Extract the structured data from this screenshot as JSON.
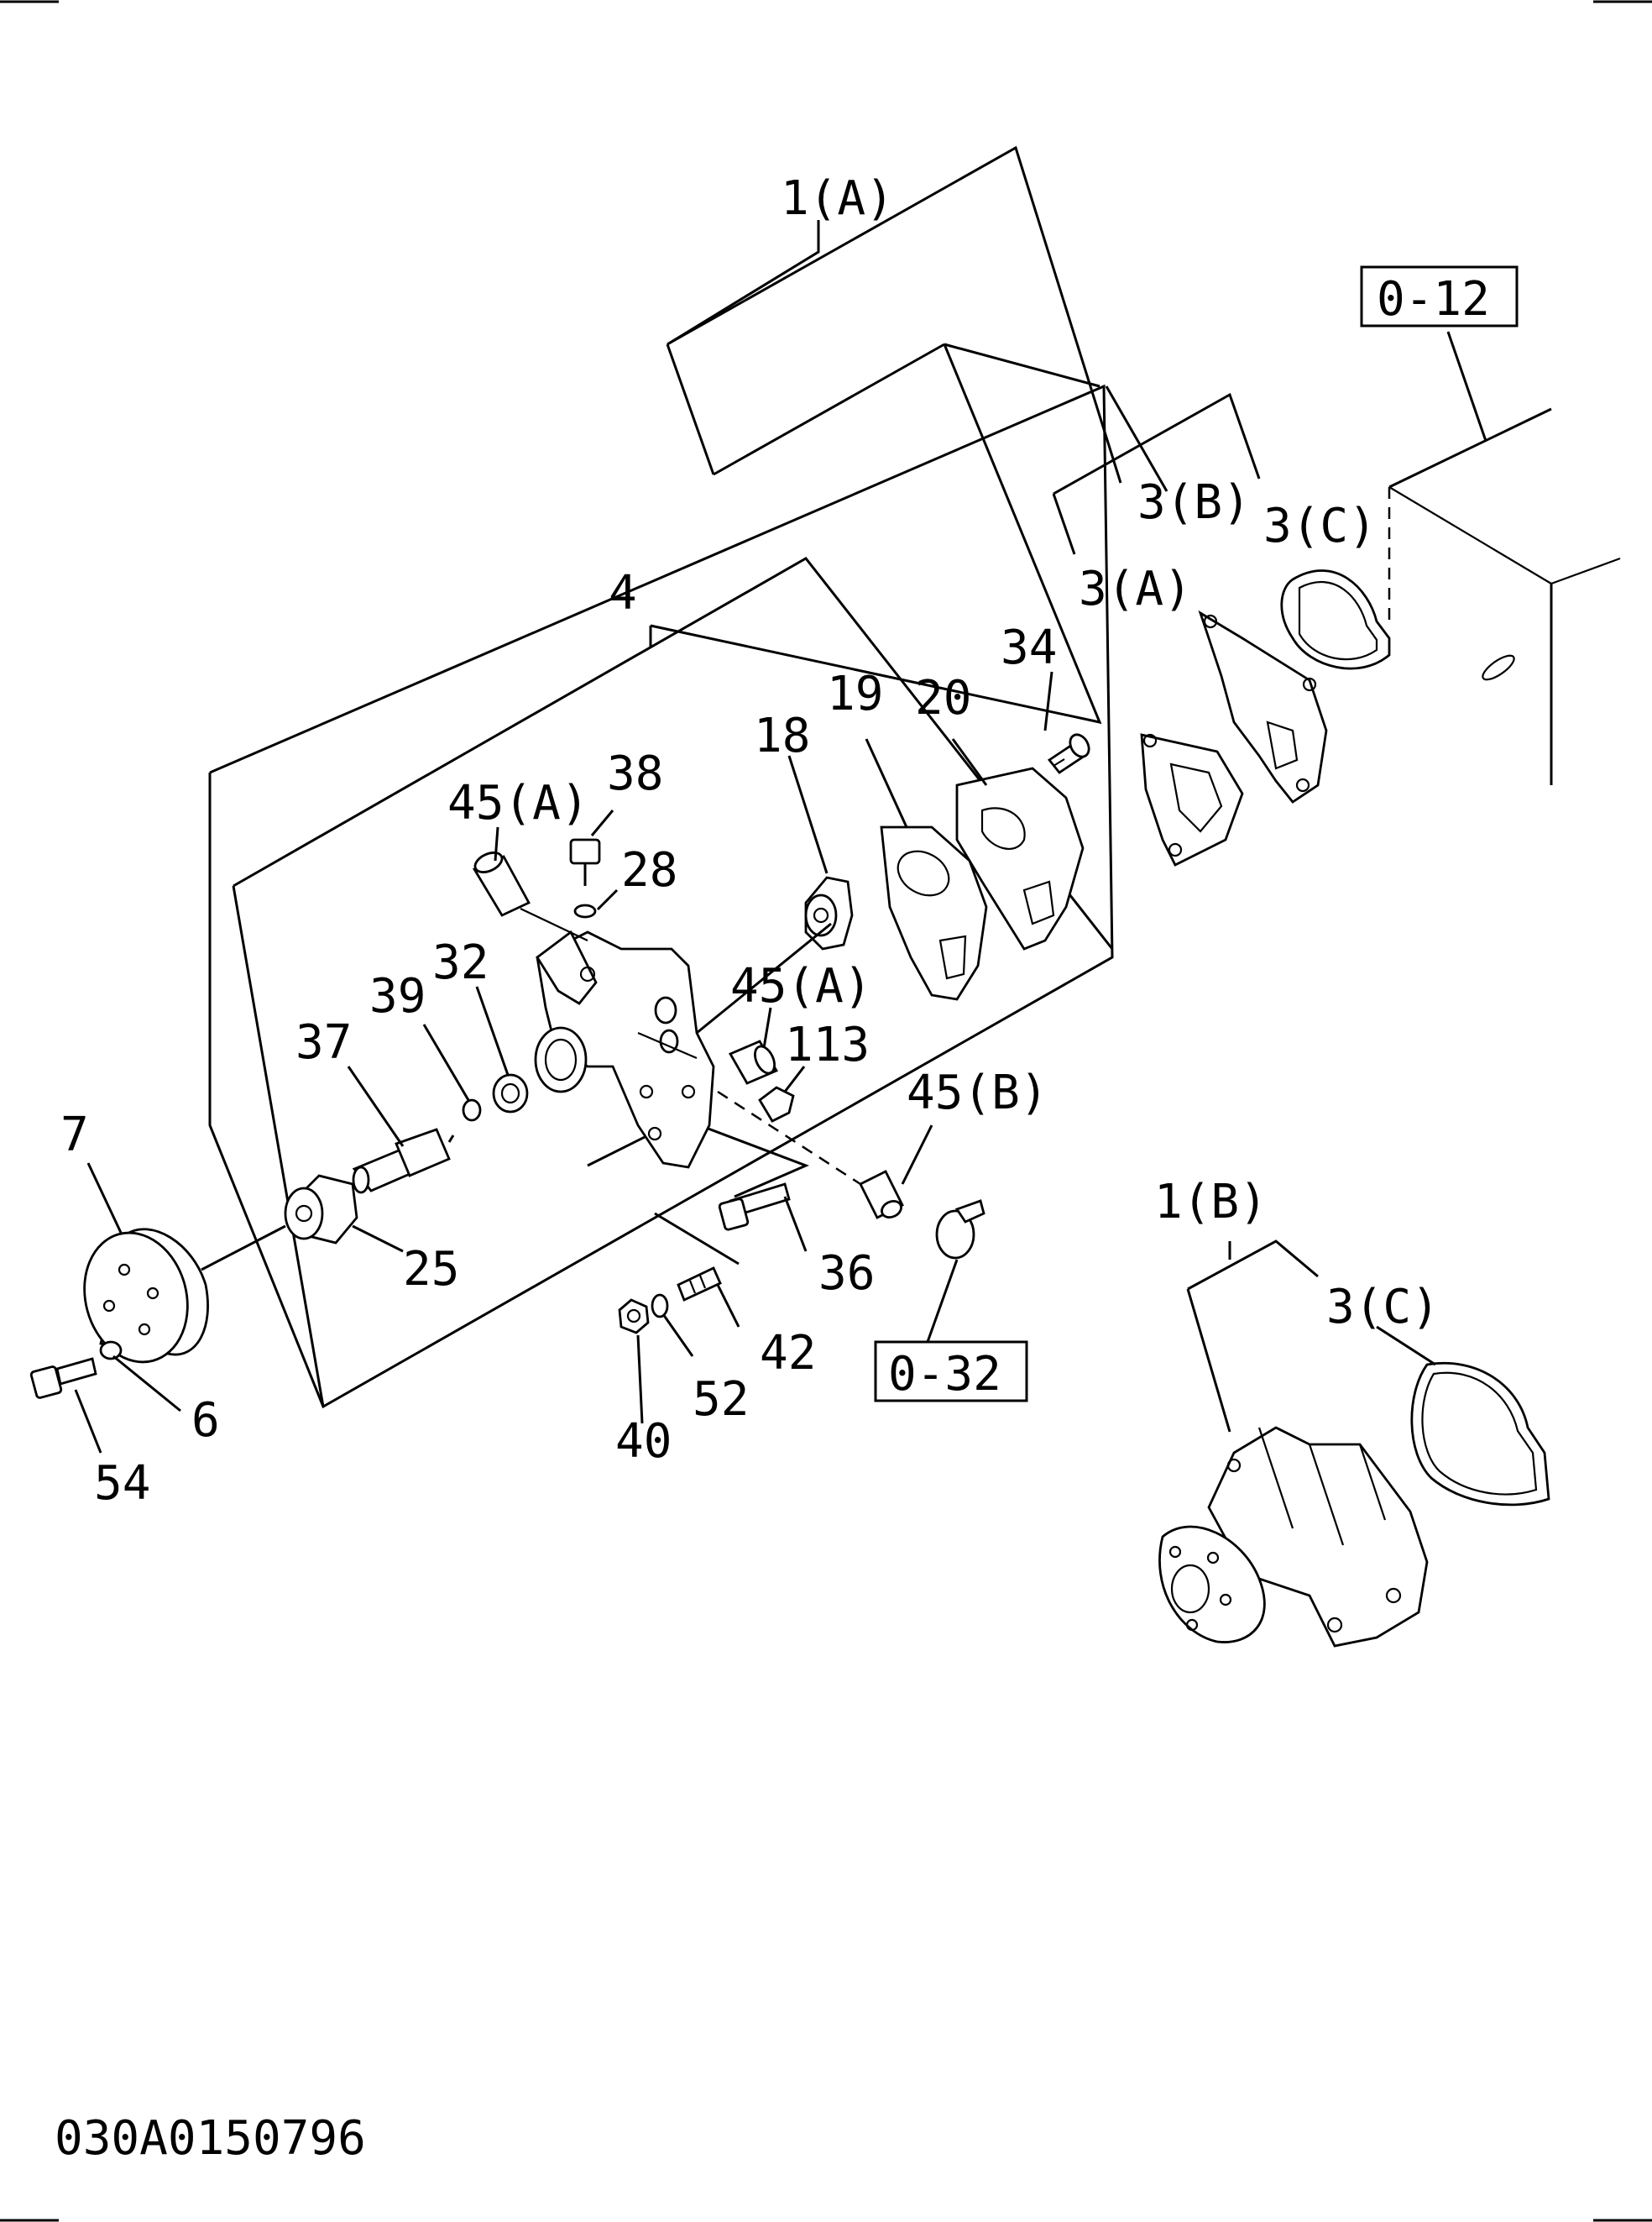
{
  "callouts": [
    {
      "id": "c-1a",
      "text": "1(A)"
    },
    {
      "id": "c-012",
      "text": "0-12"
    },
    {
      "id": "c-3b",
      "text": "3(B)"
    },
    {
      "id": "c-3c",
      "text": "3(C)"
    },
    {
      "id": "c-3a",
      "text": "3(A)"
    },
    {
      "id": "c-4",
      "text": "4"
    },
    {
      "id": "c-34",
      "text": "34"
    },
    {
      "id": "c-18",
      "text": "18"
    },
    {
      "id": "c-19",
      "text": "19"
    },
    {
      "id": "c-20",
      "text": "20"
    },
    {
      "id": "c-38",
      "text": "38"
    },
    {
      "id": "c-45a-top",
      "text": "45(A)"
    },
    {
      "id": "c-28",
      "text": "28"
    },
    {
      "id": "c-32",
      "text": "32"
    },
    {
      "id": "c-39",
      "text": "39"
    },
    {
      "id": "c-37",
      "text": "37"
    },
    {
      "id": "c-45a-mid",
      "text": "45(A)"
    },
    {
      "id": "c-113",
      "text": "113"
    },
    {
      "id": "c-45b",
      "text": "45(B)"
    },
    {
      "id": "c-7",
      "text": "7"
    },
    {
      "id": "c-25",
      "text": "25"
    },
    {
      "id": "c-36",
      "text": "36"
    },
    {
      "id": "c-1b",
      "text": "1(B)"
    },
    {
      "id": "c-3c-b",
      "text": "3(C)"
    },
    {
      "id": "c-42",
      "text": "42"
    },
    {
      "id": "c-032",
      "text": "0-32"
    },
    {
      "id": "c-6",
      "text": "6"
    },
    {
      "id": "c-52",
      "text": "52"
    },
    {
      "id": "c-40",
      "text": "40"
    },
    {
      "id": "c-54",
      "text": "54"
    }
  ],
  "drawing_number": "030A0150796"
}
